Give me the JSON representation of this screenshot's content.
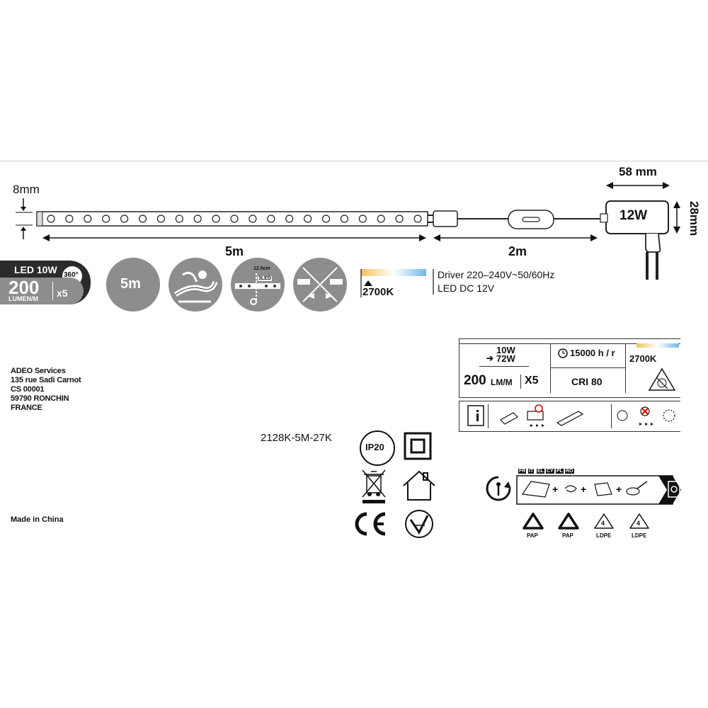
{
  "diagram": {
    "strip_width": "8mm",
    "strip_length": "5m",
    "cable_length": "2m",
    "adapter_width": "58 mm",
    "adapter_height": "28mm",
    "adapter_power": "12W"
  },
  "badge": {
    "led_power": "LED 10W",
    "angle": "360°",
    "lumen_value": "200",
    "lumen_unit": "LUMEN/M",
    "multiplier": "x5"
  },
  "length_icon": "5m",
  "cut_icon": {
    "spacing": "12.5cm",
    "leds": "3LED"
  },
  "color_temp": "2700K",
  "driver": {
    "line1": "Driver 220–240V~50/60Hz",
    "line2": "LED DC 12V"
  },
  "spec_table": {
    "power_line1": "10W",
    "power_line2": "72W",
    "lumen": "200",
    "lumen_unit": "LM/M",
    "multiplier": "X5",
    "lifetime": "15000 h / r",
    "cri": "CRI 80",
    "color_temp": "2700K"
  },
  "address": [
    "ADEO Services",
    "135 rue Sadi Carnot",
    "CS 00001",
    "59790 RONCHIN",
    "FRANCE"
  ],
  "made_in": "Made in China",
  "reference": "2128K-5M-27K",
  "ip_rating": "IP20",
  "recycling": {
    "languages": [
      "FR",
      "IT",
      "EL",
      "CY",
      "PL",
      "RO"
    ],
    "codes": [
      {
        "number": "",
        "label": "PAP"
      },
      {
        "number": "",
        "label": "PAP"
      },
      {
        "number": "4",
        "label": "LDPE"
      },
      {
        "number": "4",
        "label": "LDPE"
      }
    ]
  },
  "colors": {
    "dark_badge": "#2b2b2b",
    "gray_icon": "#8d8d8d",
    "warm": "#f6c35a",
    "cool": "#6fb9e8"
  }
}
